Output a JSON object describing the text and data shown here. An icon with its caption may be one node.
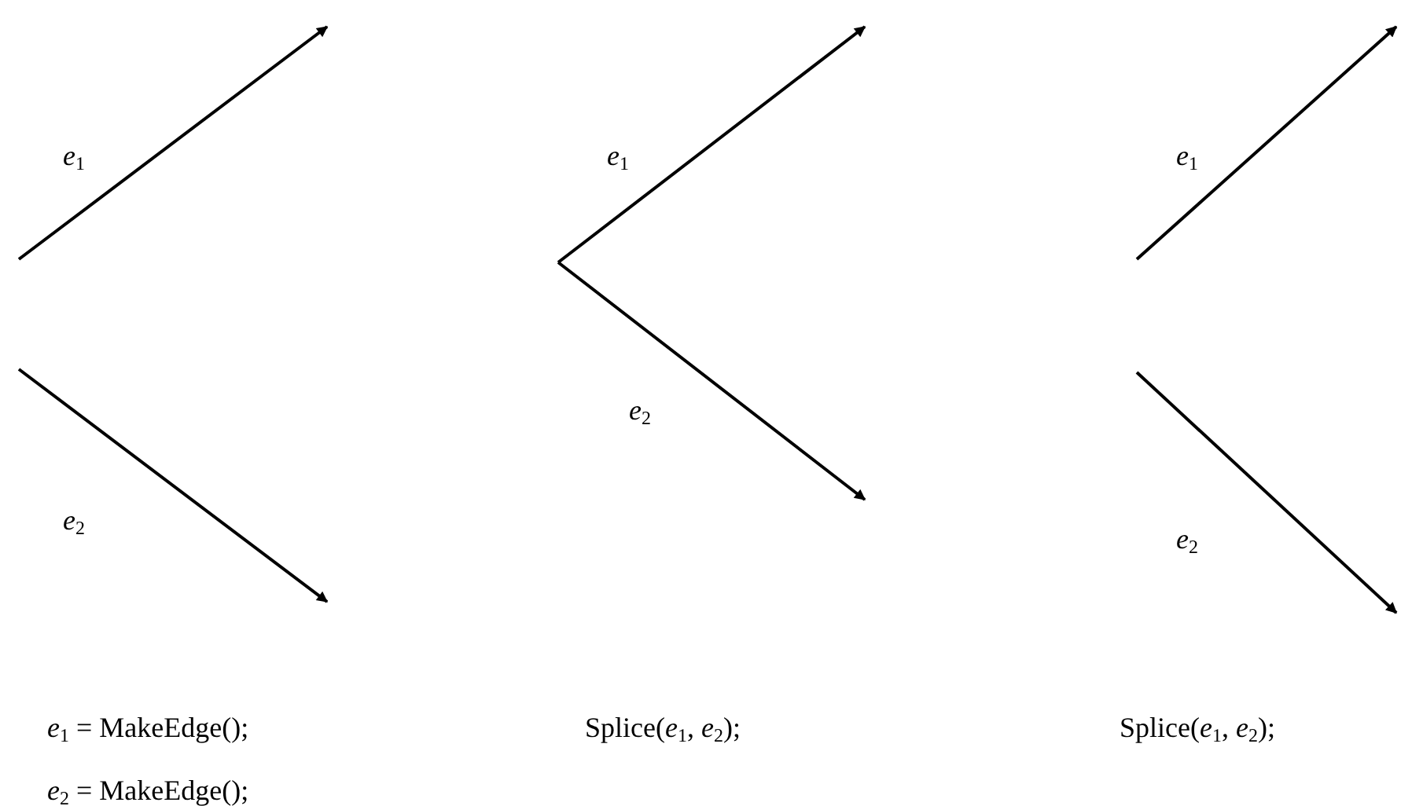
{
  "diagram": {
    "labels": [
      "*e*$_{1}$",
      "*e*$_{2}$",
      "*e*$_{1}$",
      "*e*$_{2}$",
      "*e*$_{1}$",
      "*e*$_{2}$",
      "*e*$_{1}$ = MakeEdge();",
      "Splice(*e*$_{1}$, *e*$_{2}$);",
      "Splice(*e*$_{1}$, *e*$_{2}$);",
      "*e*$_{2}$ = MakeEdge();"
    ]
  }
}
